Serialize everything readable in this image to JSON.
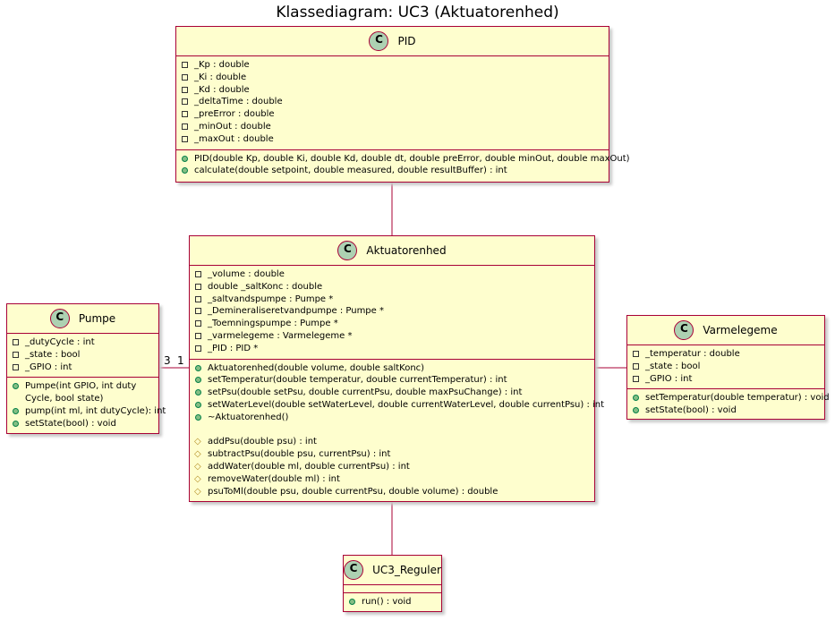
{
  "title": "Klassediagram: UC3 (Aktuatorenhed)",
  "classes": {
    "pid": {
      "name": "PID",
      "attributes": [
        "_Kp : double",
        "_Ki : double",
        "_Kd : double",
        "_deltaTime : double",
        "_preError : double",
        "_minOut : double",
        "_maxOut : double"
      ],
      "methods": [
        "PID(double Kp, double Ki, double Kd, double dt, double preError, double minOut, double maxOut)",
        "calculate(double setpoint, double measured, double resultBuffer) : int"
      ]
    },
    "aktuatorenhed": {
      "name": "Aktuatorenhed",
      "attributes": [
        "_volume : double",
        "double _saltKonc : double",
        "_saltvandspumpe : Pumpe *",
        "_Demineraliseretvandpumpe : Pumpe *",
        "_Toemningspumpe : Pumpe *",
        "_varmelegeme : Varmelegeme *",
        "_PID : PID *"
      ],
      "methods": [
        "Aktuatorenhed(double volume, double saltKonc)",
        "setTemperatur(double temperatur, double currentTemperatur) :  int",
        "setPsu(double setPsu, double currentPsu, double maxPsuChange) : int",
        "setWaterLevel(double setWaterLevel, double currentWaterLevel, double currentPsu) : int",
        "~Aktuatorenhed()"
      ],
      "protected_methods": [
        "addPsu(double psu) : int",
        "subtractPsu(double psu, currentPsu) : int",
        "addWater(double ml, double currentPsu) : int",
        "removeWater(double ml) : int",
        "psuToMl(double psu, double currentPsu, double volume) : double"
      ]
    },
    "pumpe": {
      "name": "Pumpe",
      "attributes": [
        "_dutyCycle : int",
        "_state : bool",
        "_GPIO : int"
      ],
      "methods": [
        "Pumpe(int GPIO, int duty Cycle, bool state)",
        "pump(int ml, int dutyCycle): int",
        "setState(bool) : void"
      ]
    },
    "varmelegeme": {
      "name": "Varmelegeme",
      "attributes": [
        "_temperatur : double",
        "_state : bool",
        "_GPIO : int"
      ],
      "methods": [
        "setTemperatur(double temperatur) : void",
        "setState(bool) : void"
      ]
    },
    "uc3_reguler": {
      "name": "UC3_Reguler",
      "methods": [
        "run() : void"
      ]
    }
  },
  "stereotype_letter": "C",
  "multiplicities": {
    "pumpe_side": "3",
    "aktuator_side": "1"
  },
  "colors": {
    "class_fill": "#FEFECE",
    "border": "#A80036",
    "circle": "#ADD1B2",
    "public": "#84BE84",
    "protected": "#B38D22"
  }
}
